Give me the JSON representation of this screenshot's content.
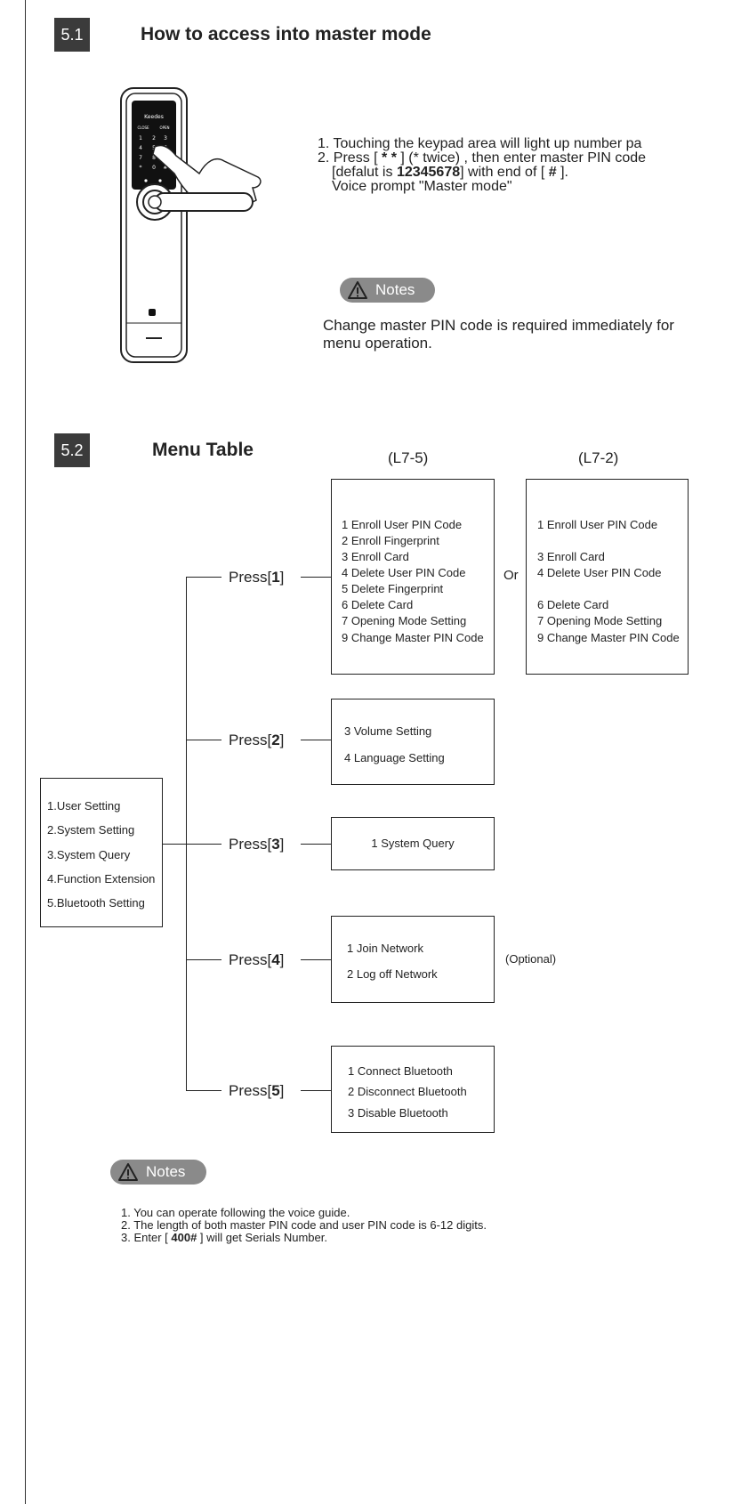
{
  "section1": {
    "number": "5.1",
    "title": "How to access into master mode",
    "steps": {
      "line1": "1. Touching the keypad area will light up number pa",
      "line2_a": "2. Press [ ",
      "line2_b": "* *",
      "line2_c": " ] (* twice) , then enter master PIN code",
      "line3_a": "[defalut is ",
      "line3_b": "12345678",
      "line3_c": "] with end of [ ",
      "line3_d": "#",
      "line3_e": " ].",
      "line4": "Voice prompt \"Master mode\""
    },
    "notes_label": "Notes",
    "notes_text": "Change master PIN code is required immediately for menu operation.",
    "lock": {
      "brand": "Keedes",
      "close": "CLOSE",
      "open": "OPEN",
      "keys": [
        "1",
        "2",
        "3",
        "4",
        "5",
        "6",
        "7",
        "8",
        "9",
        "*",
        "0",
        "#"
      ]
    }
  },
  "section2": {
    "number": "5.2",
    "title": "Menu Table",
    "col_l75": "(L7-5)",
    "col_l72": "(L7-2)",
    "or_label": "Or",
    "main_menu": [
      "1.User Setting",
      "2.System Setting",
      "3.System Query",
      "4.Function Extension",
      "5.Bluetooth Setting"
    ],
    "press": [
      {
        "prefix": "Press[",
        "num": "1",
        "suffix": "]"
      },
      {
        "prefix": "Press[",
        "num": "2",
        "suffix": "]"
      },
      {
        "prefix": "Press[",
        "num": "3",
        "suffix": "]"
      },
      {
        "prefix": "Press[",
        "num": "4",
        "suffix": "]"
      },
      {
        "prefix": "Press[",
        "num": "5",
        "suffix": "]"
      }
    ],
    "l75_items": [
      "1 Enroll User PIN Code",
      "2 Enroll Fingerprint",
      "3 Enroll Card",
      "4 Delete User PIN Code",
      "5 Delete Fingerprint",
      "6 Delete Card",
      "7 Opening Mode Setting",
      "9 Change Master PIN Code"
    ],
    "l72_items": [
      "1 Enroll User PIN Code",
      "3 Enroll Card",
      "4 Delete User PIN Code",
      "6 Delete Card",
      "7 Opening Mode Setting",
      "9 Change Master PIN Code"
    ],
    "press2_items": [
      "3 Volume Setting",
      "4 Language Setting"
    ],
    "press3_items": [
      "1 System Query"
    ],
    "press4_items": [
      "1 Join Network",
      "2 Log off Network"
    ],
    "optional_label": "(Optional)",
    "press5_items": [
      "1 Connect Bluetooth",
      "2 Disconnect Bluetooth",
      "3 Disable Bluetooth"
    ]
  },
  "notes2": {
    "label": "Notes",
    "line1": "1. You can operate following the voice guide.",
    "line2": "2. The length of both master PIN code and user PIN code is 6-12 digits.",
    "line3_a": "3. Enter [ ",
    "line3_b": "400#",
    "line3_c": " ] will get Serials Number."
  }
}
